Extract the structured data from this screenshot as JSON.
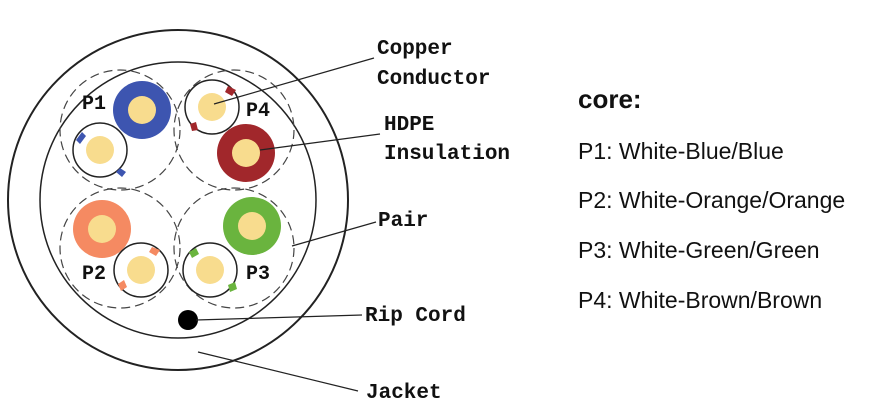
{
  "callouts": {
    "copper_conductor_line1": "Copper",
    "copper_conductor_line2": "Conductor",
    "hdpe_line1": "HDPE",
    "hdpe_line2": "Insulation",
    "pair": "Pair",
    "rip_cord": "Rip Cord",
    "jacket": "Jacket"
  },
  "pair_labels": {
    "p1": "P1",
    "p2": "P2",
    "p3": "P3",
    "p4": "P4"
  },
  "legend": {
    "title": "core:",
    "items": [
      "P1:  White-Blue/Blue",
      "P2:  White-Orange/Orange",
      "P3:  White-Green/Green",
      "P4:  White-Brown/Brown"
    ]
  },
  "colors": {
    "copper": "#f8dc8e",
    "blue": "#3d55b0",
    "orange": "#f58a62",
    "green": "#6ab43e",
    "brown": "#a1272b",
    "outline": "#222222"
  }
}
